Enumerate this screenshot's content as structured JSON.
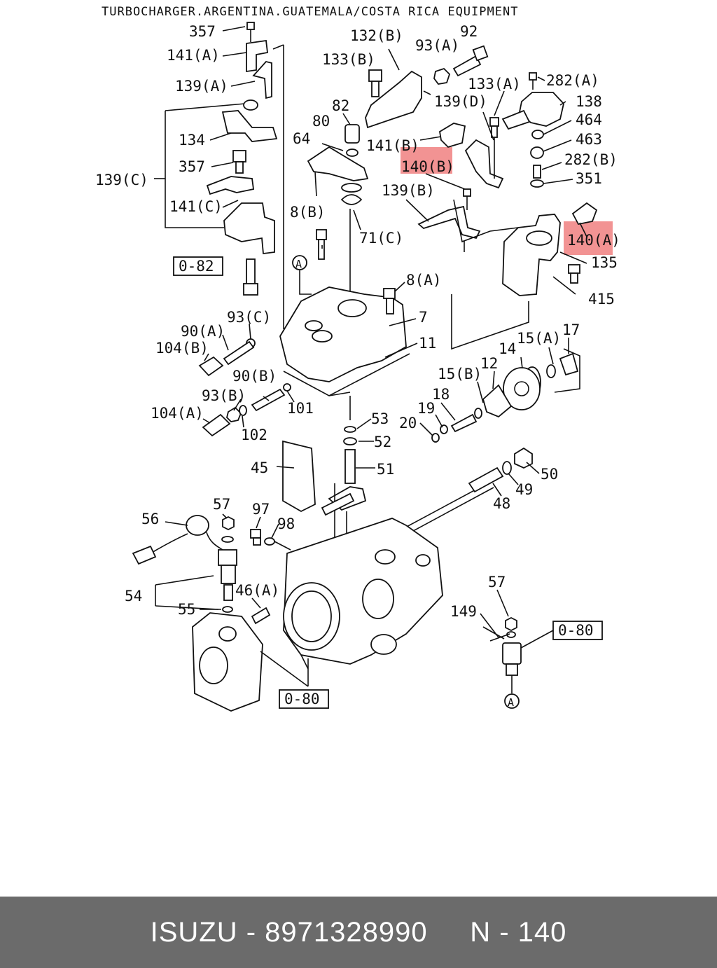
{
  "title": "TURBOCHARGER.ARGENTINA.GUATEMALA/COSTA RICA EQUIPMENT",
  "highlight_color": "#f08080",
  "labels": {
    "357a": "357",
    "141a": "141(A)",
    "139a": "139(A)",
    "134": "134",
    "357b": "357",
    "139c": "139(C)",
    "141c": "141(C)",
    "ref082": "0-82",
    "circleA1": "A",
    "132b": "132(B)",
    "133b": "133(B)",
    "93a": "93(A)",
    "92": "92",
    "82": "82",
    "80": "80",
    "64": "64",
    "141b": "141(B)",
    "140b": "140(B)",
    "139d": "139(D)",
    "133a": "133(A)",
    "282a": "282(A)",
    "138": "138",
    "464": "464",
    "463": "463",
    "282b": "282(B)",
    "351": "351",
    "139b": "139(B)",
    "8b": "8(B)",
    "71c": "71(C)",
    "140a": "140(A)",
    "135": "135",
    "415": "415",
    "8a": "8(A)",
    "7": "7",
    "11": "11",
    "93c": "93(C)",
    "90a": "90(A)",
    "104b": "104(B)",
    "90b": "90(B)",
    "101": "101",
    "93b": "93(B)",
    "104a": "104(A)",
    "102": "102",
    "15a": "15(A)",
    "17": "17",
    "14": "14",
    "15b": "15(B)",
    "12": "12",
    "18": "18",
    "19": "19",
    "20": "20",
    "53": "53",
    "52": "52",
    "51": "51",
    "45": "45",
    "50": "50",
    "49": "49",
    "48": "48",
    "56": "56",
    "57a": "57",
    "97": "97",
    "98": "98",
    "54": "54",
    "46a": "46(A)",
    "55": "55",
    "ref080a": "0-80",
    "57b": "57",
    "149": "149",
    "ref080b": "0-80",
    "circleA2": "A"
  },
  "footer": {
    "brand": "ISUZU",
    "part_number": "8971328990",
    "code": "N - 140"
  }
}
